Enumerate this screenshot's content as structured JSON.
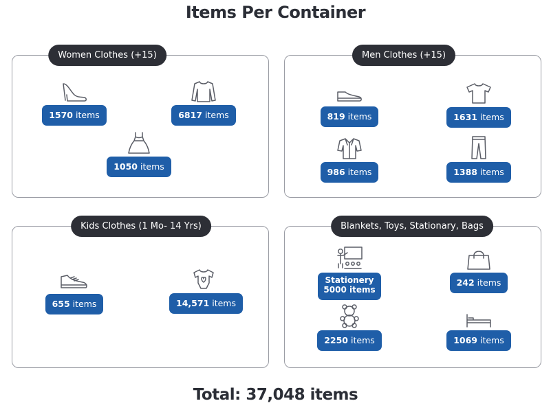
{
  "title": "Items Per Container",
  "total": "Total: 37,048 items",
  "unit": "items",
  "panels": {
    "women": {
      "label": "Women Clothes (+15)",
      "items": [
        {
          "icon": "heel-shoe-icon",
          "count": "1570"
        },
        {
          "icon": "sweater-icon",
          "count": "6817"
        },
        {
          "icon": "dress-icon",
          "count": "1050"
        }
      ]
    },
    "men": {
      "label": "Men Clothes (+15)",
      "items": [
        {
          "icon": "dress-shoe-icon",
          "count": "819"
        },
        {
          "icon": "tshirt-icon",
          "count": "1631"
        },
        {
          "icon": "shirt-icon",
          "count": "986"
        },
        {
          "icon": "trousers-icon",
          "count": "1388"
        }
      ]
    },
    "kids": {
      "label": "Kids Clothes (1 Mo- 14 Yrs)",
      "items": [
        {
          "icon": "sneaker-icon",
          "count": "655"
        },
        {
          "icon": "baby-onesie-icon",
          "count": "14,571"
        }
      ]
    },
    "misc": {
      "label": "Blankets, Toys, Stationary, Bags",
      "items": [
        {
          "icon": "classroom-board-icon",
          "line1": "Stationery",
          "line2": "5000 items"
        },
        {
          "icon": "handbag-icon",
          "count": "242"
        },
        {
          "icon": "teddy-bear-icon",
          "count": "2250"
        },
        {
          "icon": "bed-icon",
          "count": "1069"
        }
      ]
    }
  },
  "colors": {
    "pill": "#1f5ea8",
    "label_bg": "#2d2f36",
    "border": "#9a9ca4",
    "text": "#2b2e36"
  }
}
